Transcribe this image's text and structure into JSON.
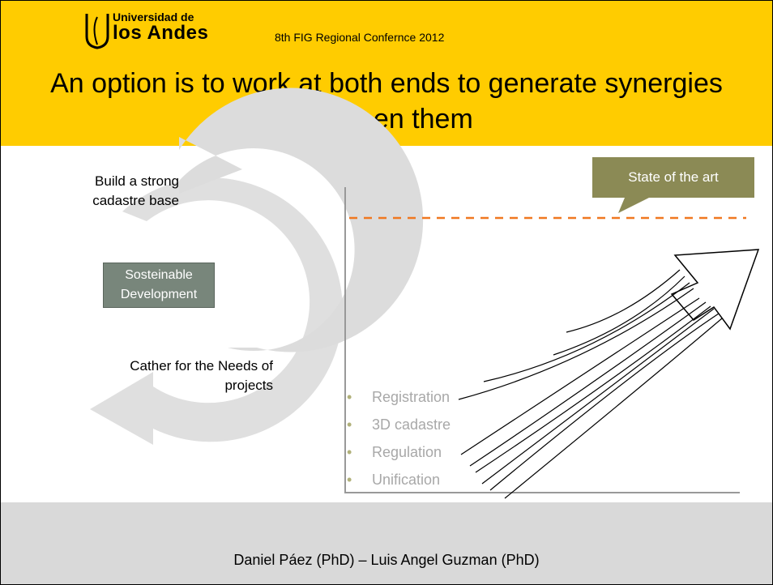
{
  "header": {
    "logo_line1": "Universidad de",
    "logo_line2": "los Andes",
    "conference": "8th FIG Regional Confernce 2012",
    "title": "An option is to work at both ends to generate synergies between them"
  },
  "cycle": {
    "top_label": "Build a strong cadastre base",
    "bottom_label": "Cather for the Needs of projects",
    "center_label": "Sosteinable Development"
  },
  "callout": "State of the art",
  "bullets": [
    "Registration",
    "3D cadastre",
    "Regulation",
    "Unification"
  ],
  "footer": "Daniel Páez (PhD) – Luis Angel Guzman (PhD)",
  "colors": {
    "header_bg": "#ffcc00",
    "footer_bg": "#d9d9d9",
    "cycle_arrow": "#dcdcdc",
    "center_box": "#78867b",
    "callout_bg": "#8b8a55",
    "dashed_line": "#f07820",
    "bullet_text": "#a8a8a8"
  }
}
